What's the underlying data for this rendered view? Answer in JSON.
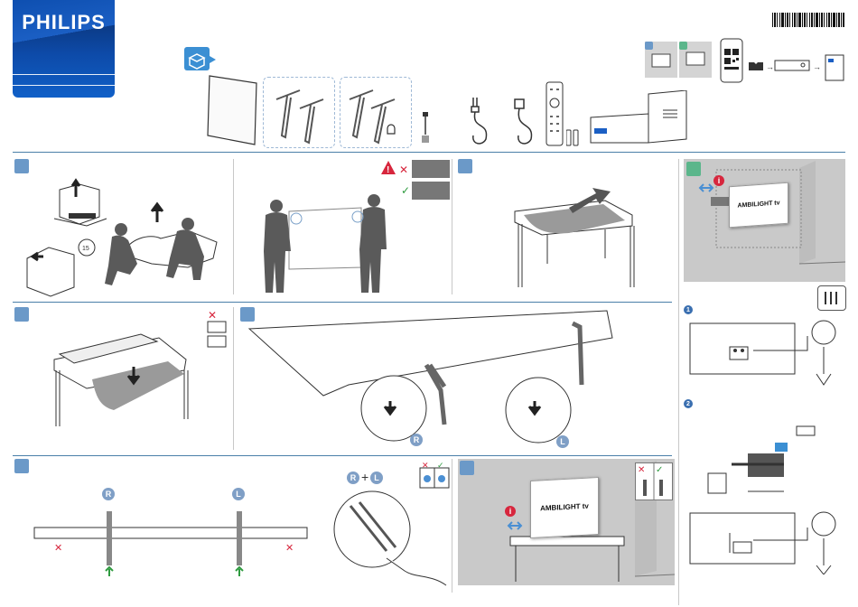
{
  "brand": {
    "name": "PHILIPS"
  },
  "ambilight": {
    "label": "AMBILIGHT tv"
  },
  "labels": {
    "stand_right": "R",
    "stand_left": "L",
    "plus": "+",
    "step_one": "1",
    "step_two": "2"
  },
  "colors": {
    "accent_blue": "#6b99c8",
    "accent_green": "#5bb68b",
    "warning_red": "#d7263d",
    "ok_green": "#2e9b3f",
    "info_red": "#d7263d",
    "logo_blue": "#0d4aa8",
    "panel_gray": "#c9c9c9"
  },
  "icons": [
    "box-open-icon",
    "tv-panel-icon",
    "stand-legs-icon",
    "screw-icon",
    "power-cord-icon",
    "remote-icon",
    "battery-icon",
    "soundbar-box-icon",
    "phone-qr-icon",
    "manual-icon",
    "warning-icon",
    "info-icon",
    "screwdriver-icon",
    "check-icon",
    "cross-icon",
    "arrow-up-icon"
  ]
}
